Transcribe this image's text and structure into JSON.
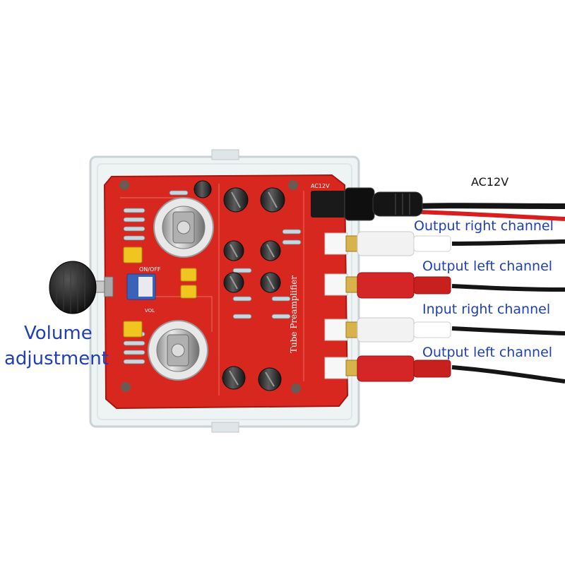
{
  "labels": {
    "ac": "AC12V",
    "output_right": "Output right channel",
    "output_left_1": "Output left channel",
    "input_right": "Input right channel",
    "output_left_2": "Output left channel",
    "volume_line1": "Volume",
    "volume_line2": "adjustment"
  },
  "board": {
    "title": "Tube Preamplifier",
    "power": "AC12V",
    "switch": "ON/OFF",
    "vol": "VOL"
  },
  "colors": {
    "pcb": "#d8271f",
    "label_blue": "#1f3fb7",
    "rca_white": "#f2f2f2",
    "rca_red": "#d42626",
    "cable_black": "#151515",
    "wire_red": "#d81e1e"
  }
}
